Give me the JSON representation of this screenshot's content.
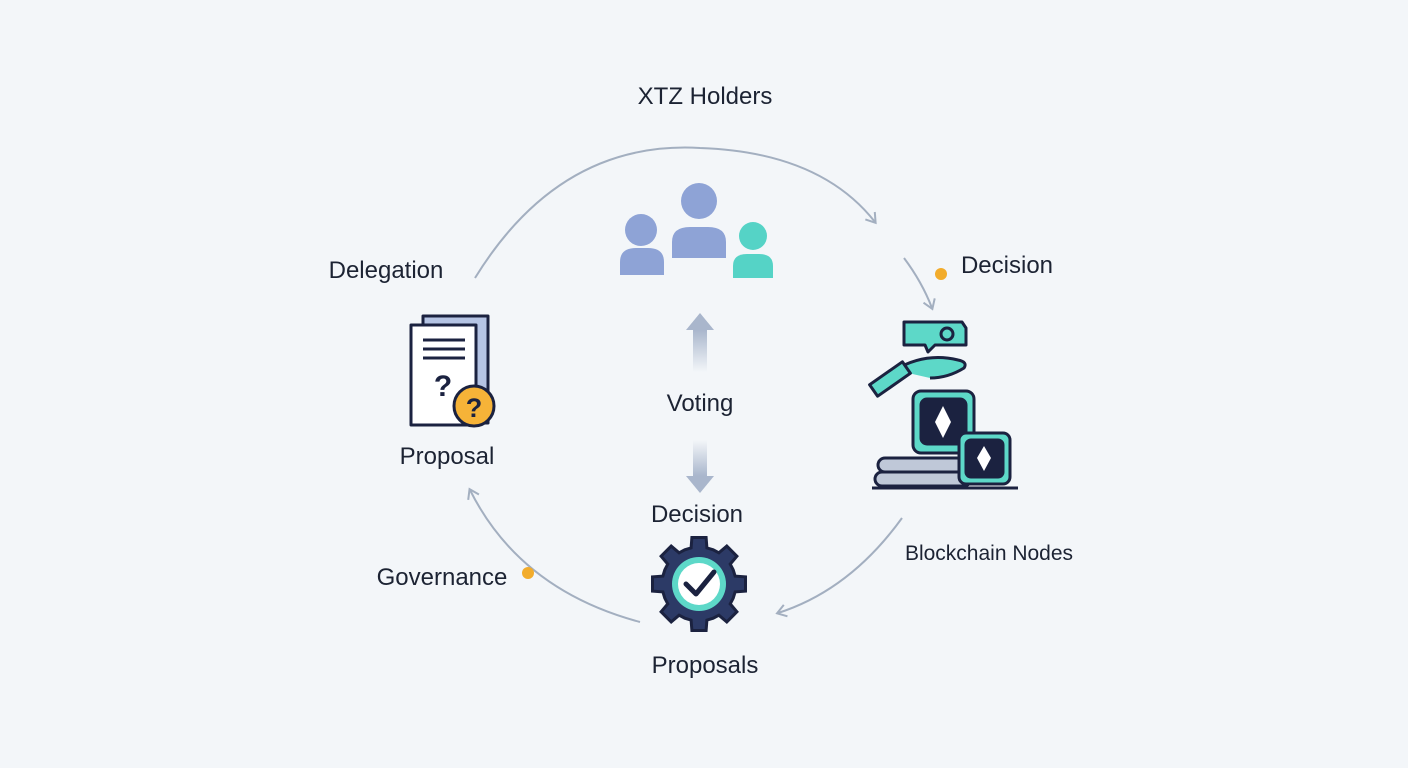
{
  "labels": {
    "xtz_holders": "XTZ Holders",
    "delegation": "Delegation",
    "decision_right": "Decision",
    "proposal": "Proposal",
    "voting": "Voting",
    "decision_center": "Decision",
    "blockchain_nodes": "Blockchain Nodes",
    "governance": "Governance",
    "proposals": "Proposals"
  },
  "colors": {
    "arrow": "#a3afc0",
    "person_blue": "#8ea3d6",
    "person_teal": "#55d3c6",
    "accent_dot": "#f2ac2c",
    "dark": "#1b2240",
    "teal": "#5dd8c8",
    "gear": "#2c3a66"
  }
}
